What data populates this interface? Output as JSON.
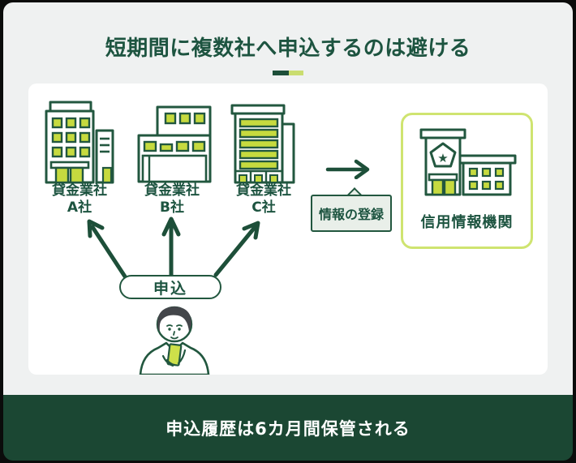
{
  "title": "短期間に複数社へ申込するのは避ける",
  "companies": [
    {
      "line1": "貸金業社",
      "line2": "A社"
    },
    {
      "line1": "貸金業社",
      "line2": "B社"
    },
    {
      "line1": "貸金業社",
      "line2": "C社"
    }
  ],
  "application_label": "申込",
  "registration_label": "情報の登録",
  "agency_label": "信用情報機関",
  "footer_text": "申込履歴は6カ月間保管される",
  "colors": {
    "outline_green": "#22573f",
    "text_green": "#1d5440",
    "lime": "#c6da3f",
    "agency_border_lime": "#cfe470",
    "footer_bg": "#1b4733",
    "upper_bg": "#eff1f1",
    "callout_bg": "#e9efe9"
  }
}
